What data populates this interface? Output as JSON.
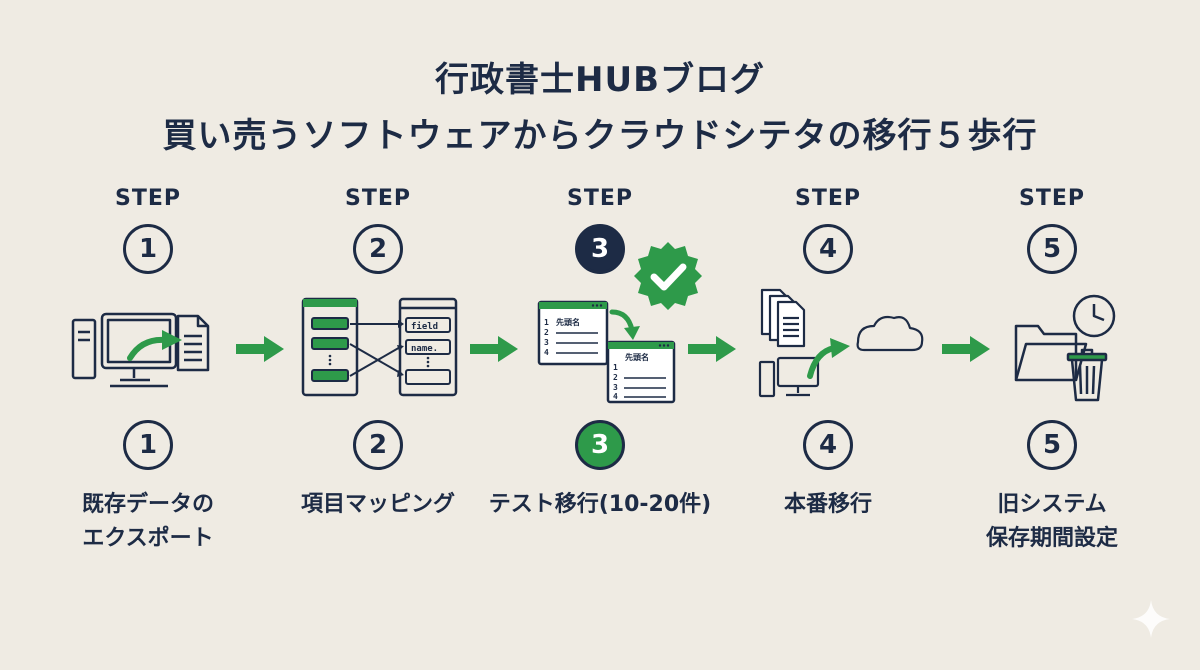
{
  "title_line1": "行政書士HUBブログ",
  "title_line2": "買い売うソフトウェアからクラウドシテタの移行５歩行",
  "steps": [
    {
      "label": "STEP",
      "number": "1",
      "caption_line1": "既存データの",
      "caption_line2": "エクスポート"
    },
    {
      "label": "STEP",
      "number": "2",
      "caption_line1": "項目マッピング",
      "caption_line2": ""
    },
    {
      "label": "STEP",
      "number": "3",
      "caption_line1": "テスト移行(10-20件)",
      "caption_line2": ""
    },
    {
      "label": "STEP",
      "number": "4",
      "caption_line1": "本番移行",
      "caption_line2": ""
    },
    {
      "label": "STEP",
      "number": "5",
      "caption_line1": "旧システム",
      "caption_line2": "保存期間設定"
    }
  ],
  "mapping_fields": [
    "field",
    "name."
  ],
  "sheet_header": "先頭名",
  "sheet_rows": [
    "1",
    "2",
    "3",
    "4"
  ],
  "colors": {
    "navy": "#1d2b45",
    "green": "#2e9a4a",
    "background": "#efebe3"
  }
}
